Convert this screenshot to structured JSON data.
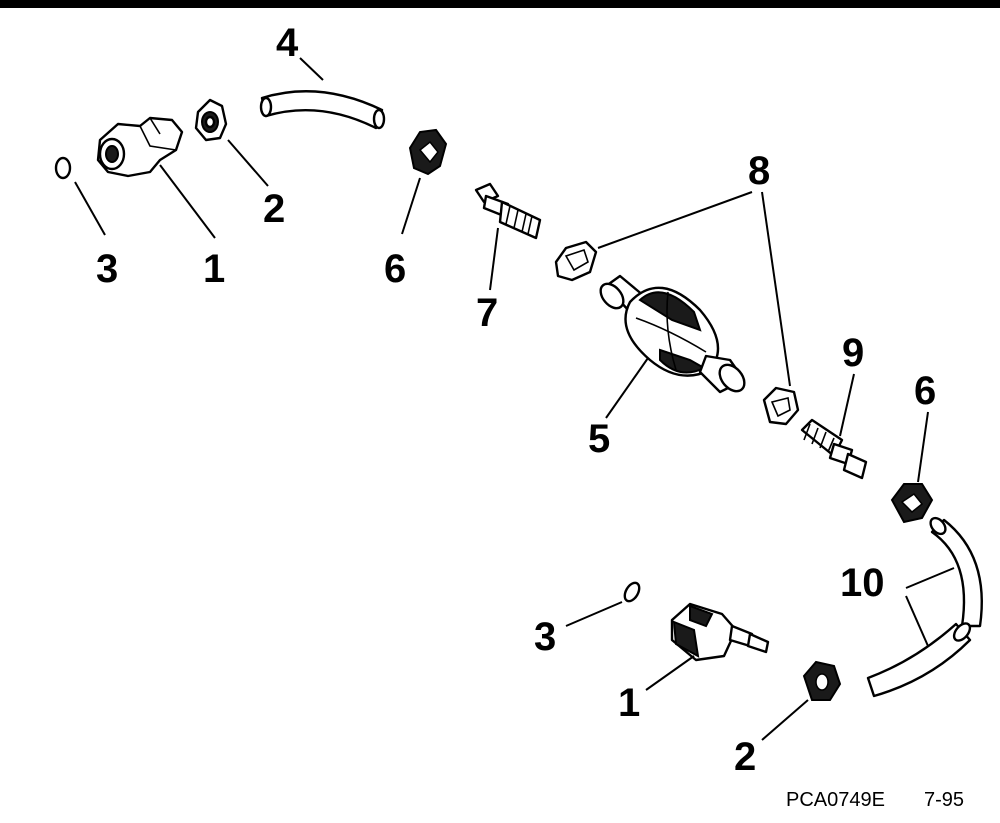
{
  "labels": {
    "p1_top": "1",
    "p2_top": "2",
    "p3_top": "3",
    "p4": "4",
    "p5": "5",
    "p6_top": "6",
    "p7": "7",
    "p8": "8",
    "p9": "9",
    "p6_bottom": "6",
    "p10": "10",
    "p3_bottom": "3",
    "p1_bottom": "1",
    "p2_bottom": "2"
  },
  "footer": {
    "code": "PCA0749E",
    "date": "7-95"
  }
}
